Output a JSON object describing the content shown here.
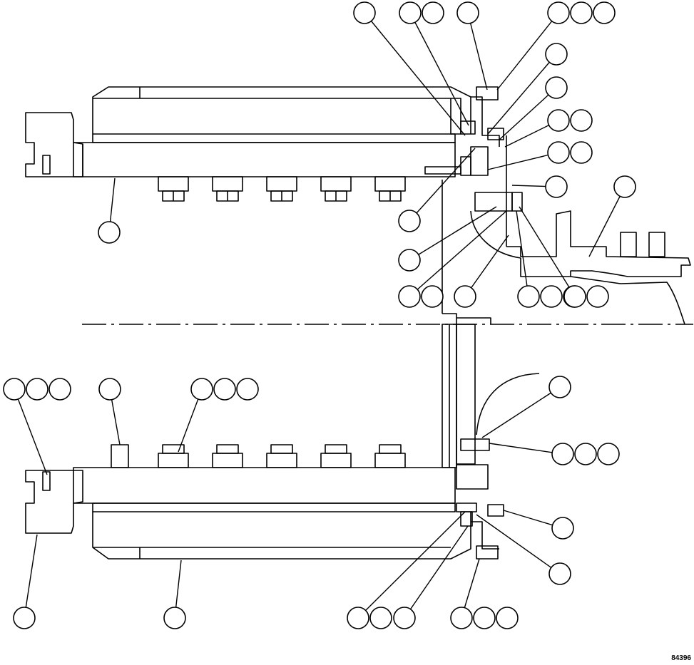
{
  "figure_id": "84396",
  "balloon_groups": [
    {
      "count": 1
    },
    {
      "count": 2
    },
    {
      "count": 1
    },
    {
      "count": 3
    },
    {
      "count": 1
    },
    {
      "count": 1
    },
    {
      "count": 2
    },
    {
      "count": 2
    },
    {
      "count": 1
    },
    {
      "count": 1
    },
    {
      "count": 1
    },
    {
      "count": 1
    },
    {
      "count": 1
    },
    {
      "count": 2
    },
    {
      "count": 1
    },
    {
      "count": 3
    },
    {
      "count": 2
    },
    {
      "count": 1
    },
    {
      "count": 3
    },
    {
      "count": 1
    },
    {
      "count": 3
    },
    {
      "count": 3
    },
    {
      "count": 1
    },
    {
      "count": 1
    },
    {
      "count": 1
    },
    {
      "count": 1
    },
    {
      "count": 2
    },
    {
      "count": 1
    },
    {
      "count": 3
    }
  ]
}
